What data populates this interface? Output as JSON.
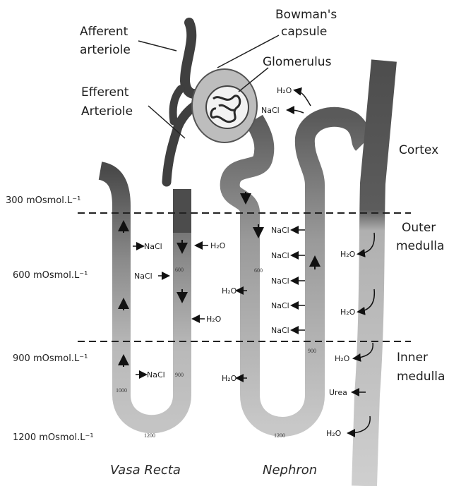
{
  "labels": {
    "bowmans_capsule": [
      "Bowman's",
      "capsule"
    ],
    "afferent_arteriole": [
      "Afferent",
      "arteriole"
    ],
    "efferent_arteriole": [
      "Efferent",
      "Arteriole"
    ],
    "glomerulus": "Glomerulus",
    "cortex": "Cortex",
    "outer_medulla": [
      "Outer",
      "medulla"
    ],
    "inner_medulla": [
      "Inner",
      "medulla"
    ],
    "vasa_recta": "Vasa Recta",
    "nephron": "Nephron"
  },
  "concentrations": [
    "300 mOsmol.L⁻¹",
    "600 mOsmol.L⁻¹",
    "900 mOsmol.L⁻¹",
    "1200 mOsmol.L⁻¹"
  ],
  "exchange": {
    "top_h2o": "H₂O",
    "top_nacl": "NaCl",
    "vasa_nacl_1": "NaCl",
    "vasa_h2o_1": "H₂O",
    "vasa_nacl_2": "NaCl",
    "vasa_h2o_2": "H₂O",
    "vasa_nacl_3": "NaCl",
    "nephron_nacl": [
      "NaCl",
      "NaCl",
      "NaCl",
      "NaCl",
      "NaCl"
    ],
    "descending_h2o_1": "H₂O",
    "descending_h2o_2": "H₂O",
    "collecting_h2o": [
      "H₂O",
      "H₂O",
      "H₂O",
      "H₂O"
    ],
    "urea": "Urea"
  },
  "inner_values": {
    "vasa_600": "600",
    "vasa_900": "900",
    "vasa_1000": "1000",
    "vasa_1200": "1200",
    "neph_600": "600",
    "neph_900": "900",
    "neph_1200": "1200"
  }
}
